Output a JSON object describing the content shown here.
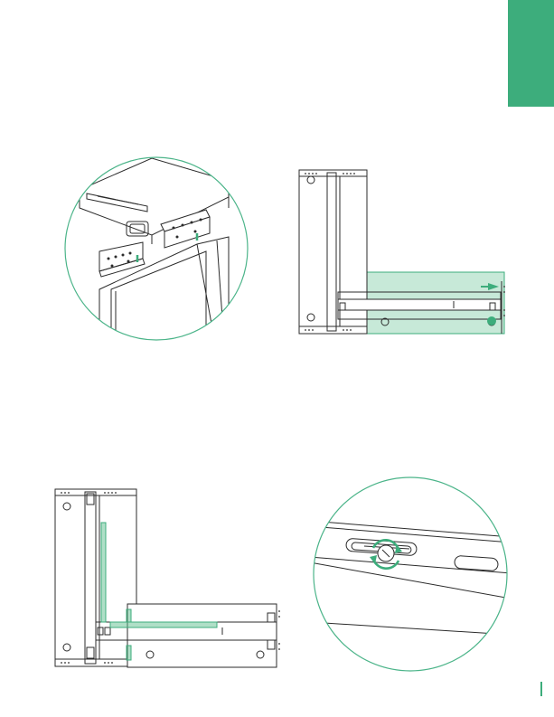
{
  "colors": {
    "accent": "#3dad7c",
    "line": "#2b2b2b",
    "circle_outline": "#4bb489",
    "highlight": "#5fc08f"
  },
  "figures": [
    {
      "id": "detail-top-corner-brackets",
      "icon": "bracket-mount-detail-icon"
    },
    {
      "id": "assembly-l-frame-panel",
      "icon": "l-shape-assembly-icon"
    },
    {
      "id": "assembly-l-frame-rails",
      "icon": "rail-assembly-icon"
    },
    {
      "id": "detail-slot-screw-rotate",
      "icon": "rotate-screw-detail-icon"
    }
  ]
}
